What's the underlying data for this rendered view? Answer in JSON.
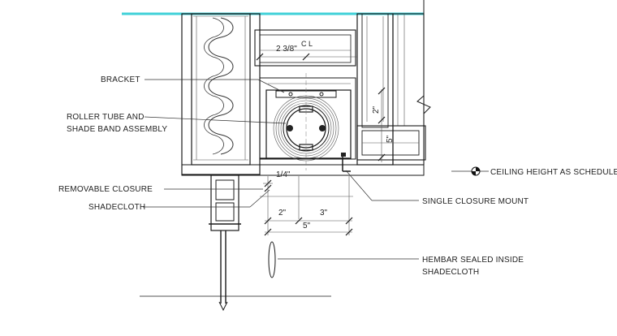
{
  "labels": {
    "bracket": "BRACKET",
    "roller_line1": "ROLLER TUBE AND",
    "roller_line2": "SHADE BAND ASSEMBLY",
    "removable_closure": "REMOVABLE CLOSURE",
    "shadecloth": "SHADECLOTH",
    "single_closure_mount": "SINGLE CLOSURE MOUNT",
    "hembar_line1": "HEMBAR SEALED INSIDE",
    "hembar_line2": "SHADECLOTH",
    "ceiling_height": "CEILING HEIGHT AS SCHEDULED"
  },
  "dimensions": {
    "top_offset": "2 3/8\"",
    "gap": "1/4\"",
    "left_width": "2\"",
    "right_width": "3\"",
    "total_width": "5\"",
    "right_vertical_small": "2\"",
    "right_vertical_large": "5\""
  },
  "symbols": {
    "centerline": "C L",
    "ceiling_marker": "ceiling-datum-icon"
  },
  "colors": {
    "ceiling_line": "#3fd0d8",
    "linework": "#1a1a1a"
  }
}
